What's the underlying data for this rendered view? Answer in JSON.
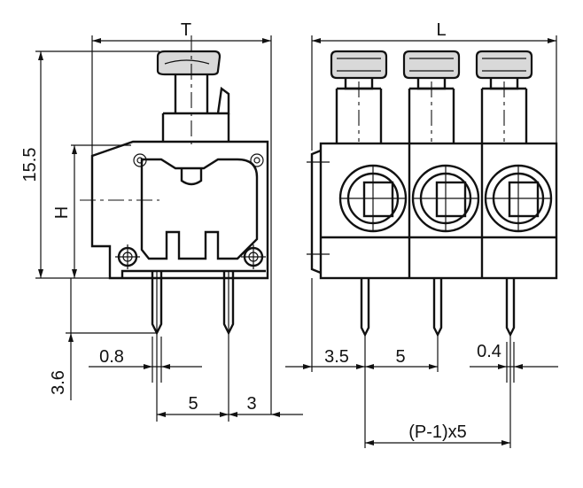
{
  "dimensions": {
    "side": {
      "top": "T",
      "height_total": "15.5",
      "height_body": "H",
      "pin_length": "3.6",
      "pin_thickness": "0.8",
      "pin_pitch": "5",
      "pin_to_edge": "3"
    },
    "front": {
      "top": "L",
      "first_pin_offset": "3.5",
      "pitch": "5",
      "pin_width": "0.4",
      "row_span": "(P-1)x5"
    }
  }
}
